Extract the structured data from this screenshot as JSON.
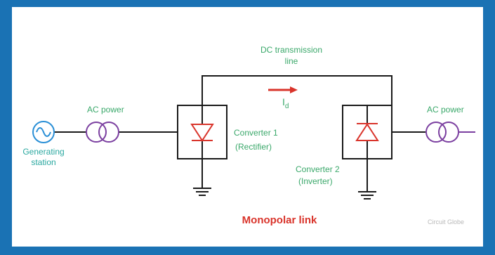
{
  "diagram": {
    "title": "Monopolar link",
    "line_label_1": "DC transmission",
    "line_label_2": "line",
    "current_label": "I",
    "current_subscript": "d",
    "source_label_1": "Generating",
    "source_label_2": "station",
    "ac_power_left": "AC power",
    "ac_power_right": "AC power",
    "converter1_line1": "Converter 1",
    "converter1_line2": "(Rectifier)",
    "converter2_line1": "Converter 2",
    "converter2_line2": "(Inverter)",
    "watermark": "Circuit Globe"
  },
  "colors": {
    "frame": "#1a72b4",
    "wire": "#1a1a1a",
    "diode": "#d9342b",
    "transformer_left": "#7b3fa0",
    "transformer_right": "#7b3fa0",
    "source_circle": "#2a8fd6",
    "label_green": "#3aa86a",
    "title_red": "#d9342b"
  },
  "icons": [
    "ac-source-icon",
    "transformer-icon",
    "diode-icon",
    "ground-icon",
    "current-arrow-icon"
  ]
}
